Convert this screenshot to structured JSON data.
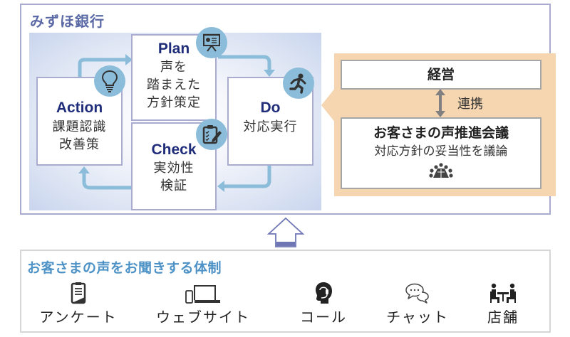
{
  "bank": {
    "title": "みずほ銀行"
  },
  "pdca": {
    "plan": {
      "head": "Plan",
      "lines": [
        "声を",
        "踏まえた",
        "方針策定"
      ],
      "icon": "presentation-board-icon"
    },
    "do": {
      "head": "Do",
      "lines": [
        "対応実行"
      ],
      "icon": "running-person-icon"
    },
    "check": {
      "head": "Check",
      "lines": [
        "実効性",
        "検証"
      ],
      "icon": "clipboard-check-icon"
    },
    "action": {
      "head": "Action",
      "lines": [
        "課題認識",
        "改善策"
      ],
      "icon": "lightbulb-icon"
    }
  },
  "management": {
    "executive": "経営",
    "link_label": "連携",
    "council_title": "お客さまの声推進会議",
    "council_subtitle": "対応方針の妥当性を議論",
    "council_icon": "meeting-table-icon"
  },
  "channels": {
    "title": "お客さまの声をお聞きする体制",
    "items": [
      {
        "label": "アンケート",
        "icon": "clipboard-survey-icon"
      },
      {
        "label": "ウェブサイト",
        "icon": "devices-icon"
      },
      {
        "label": "コール",
        "icon": "headset-operator-icon"
      },
      {
        "label": "チャット",
        "icon": "chat-bubbles-icon"
      },
      {
        "label": "店舗",
        "icon": "counter-meeting-icon"
      }
    ]
  },
  "colors": {
    "frame": "#a9abd0",
    "heading_blue": "#5b6aa6",
    "pdca_head": "#1f2d7a",
    "badge": "#8bbcd9",
    "arrow": "#8bbcd9",
    "mgmt_bg": "#f6d6b0",
    "channels_title": "#4d92c6"
  }
}
